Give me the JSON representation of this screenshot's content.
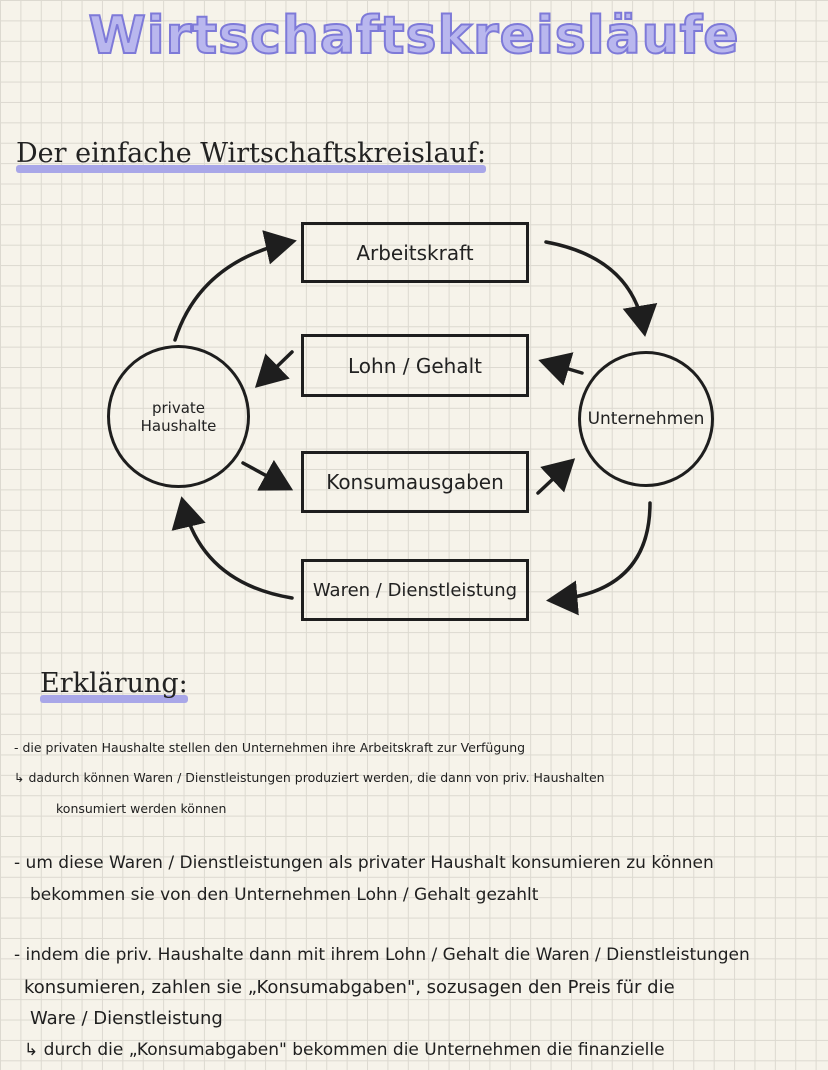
{
  "title": "Wirtschaftskreisläufe",
  "heading_diagram": "Der einfache Wirtschaftskreislauf:",
  "diagram": {
    "box_arbeitskraft": "Arbeitskraft",
    "box_lohn": "Lohn / Gehalt",
    "box_konsum": "Konsumausgaben",
    "box_waren": "Waren / Dienstleistung",
    "circle_haushalte": "private Haushalte",
    "circle_unternehmen": "Unternehmen"
  },
  "heading_explanation": "Erklärung:",
  "explanation": {
    "l1": "- die privaten Haushalte stellen den Unternehmen ihre Arbeitskraft zur Verfügung",
    "l2": "↳ dadurch können Waren / Dienstleistungen produziert werden, die dann von priv. Haushalten",
    "l3": "konsumiert werden können",
    "l4": "- um diese Waren / Dienstleistungen als privater Haushalt konsumieren zu können",
    "l5": "bekommen sie von den Unternehmen Lohn / Gehalt gezahlt",
    "l6": "- indem die priv. Haushalte dann mit ihrem Lohn / Gehalt die Waren / Dienstleistungen",
    "l7": "konsumieren, zahlen sie „Konsumabgaben\", sozusagen den Preis für die",
    "l8": "Ware / Dienstleistung",
    "l9": "↳ durch die „Konsumabgaben\" bekommen die Unternehmen die finanzielle"
  }
}
